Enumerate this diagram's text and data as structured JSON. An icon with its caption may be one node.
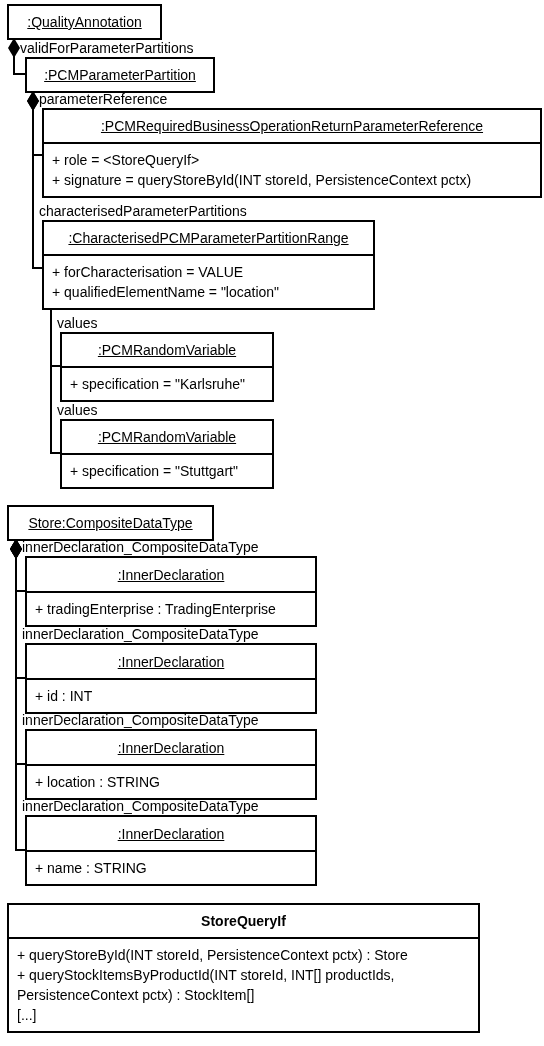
{
  "diagram": {
    "nodes": [
      {
        "text": [
          ":QualityAnnotation"
        ]
      },
      {
        "text": [
          ":PCMParameterPartition"
        ]
      },
      {
        "text": [
          ":PCMRequiredBusinessOperationReturnParameterReference",
          "+ role = <StoreQueryIf>",
          "+ signature = queryStoreById(INT storeId, PersistenceContext pctx)"
        ]
      },
      {
        "text": [
          ":CharacterisedPCMParameterPartitionRange",
          "+ forCharacterisation = VALUE",
          "+ qualifiedElementName = \"location\""
        ]
      },
      {
        "text": [
          ":PCMRandomVariable",
          "+ specification = \"Karlsruhe\""
        ]
      },
      {
        "text": [
          ":PCMRandomVariable",
          "+ specification = \"Stuttgart\""
        ]
      },
      {
        "text": [
          "Store:CompositeDataType"
        ]
      },
      {
        "text": [
          ":InnerDeclaration",
          "+ tradingEnterprise : TradingEnterprise"
        ]
      },
      {
        "text": [
          ":InnerDeclaration",
          "+ id : INT"
        ]
      },
      {
        "text": [
          ":InnerDeclaration",
          "+ location : STRING"
        ]
      },
      {
        "text": [
          ":InnerDeclaration",
          "+ name : STRING"
        ]
      },
      {
        "text": [
          "StoreQueryIf",
          "+ queryStoreById(INT storeId, PersistenceContext pctx) : Store",
          "+ queryStockItemsByProductId(INT storeId, INT[] productIds, PersistenceContext pctx) : StockItem[]",
          "[...]"
        ]
      }
    ],
    "edges": [
      {
        "from": 0,
        "to": 1,
        "arrow": "other",
        "label": "validForParameterPartitions"
      },
      {
        "from": 1,
        "to": 2,
        "arrow": "other",
        "label": "parameterReference"
      },
      {
        "from": 1,
        "to": 3,
        "arrow": "other",
        "label": "characterisedParameterPartitions"
      },
      {
        "from": 3,
        "to": 4,
        "arrow": "other",
        "label": "values"
      },
      {
        "from": 3,
        "to": 5,
        "arrow": "other",
        "label": "values"
      },
      {
        "from": 6,
        "to": 7,
        "arrow": "other",
        "label": "innerDeclaration_CompositeDataType"
      },
      {
        "from": 6,
        "to": 8,
        "arrow": "other",
        "label": "innerDeclaration_CompositeDataType"
      },
      {
        "from": 6,
        "to": 9,
        "arrow": "other",
        "label": "innerDeclaration_CompositeDataType"
      },
      {
        "from": 6,
        "to": 10,
        "arrow": "other",
        "label": "innerDeclaration_CompositeDataType"
      }
    ]
  }
}
